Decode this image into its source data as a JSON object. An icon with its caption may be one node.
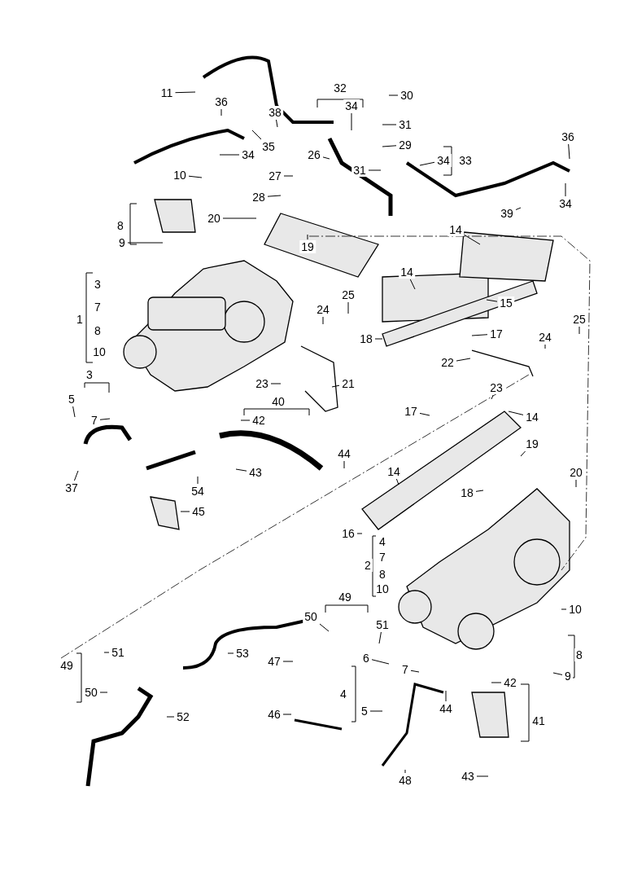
{
  "diagram": {
    "nodes": [
      {
        "text": [
          "11"
        ]
      },
      {
        "text": [
          "36"
        ]
      },
      {
        "text": [
          "38"
        ]
      },
      {
        "text": [
          "32"
        ]
      },
      {
        "text": [
          "34"
        ]
      },
      {
        "text": [
          "30"
        ]
      },
      {
        "text": [
          "31"
        ]
      },
      {
        "text": [
          "29"
        ]
      },
      {
        "text": [
          "35"
        ]
      },
      {
        "text": [
          "34"
        ]
      },
      {
        "text": [
          "26"
        ]
      },
      {
        "text": [
          "34"
        ]
      },
      {
        "text": [
          "33"
        ]
      },
      {
        "text": [
          "36"
        ]
      },
      {
        "text": [
          "31"
        ]
      },
      {
        "text": [
          "27"
        ]
      },
      {
        "text": [
          "10"
        ]
      },
      {
        "text": [
          "28"
        ]
      },
      {
        "text": [
          "39"
        ]
      },
      {
        "text": [
          "34"
        ]
      },
      {
        "text": [
          "8"
        ]
      },
      {
        "text": [
          "20"
        ]
      },
      {
        "text": [
          "9"
        ]
      },
      {
        "text": [
          "19"
        ]
      },
      {
        "text": [
          "14"
        ]
      },
      {
        "text": [
          "14"
        ]
      },
      {
        "text": [
          "3"
        ]
      },
      {
        "text": [
          "7"
        ]
      },
      {
        "text": [
          "1"
        ]
      },
      {
        "text": [
          "8"
        ]
      },
      {
        "text": [
          "10"
        ]
      },
      {
        "text": [
          "25"
        ]
      },
      {
        "text": [
          "24"
        ]
      },
      {
        "text": [
          "15"
        ]
      },
      {
        "text": [
          "18"
        ]
      },
      {
        "text": [
          "17"
        ]
      },
      {
        "text": [
          "25"
        ]
      },
      {
        "text": [
          "24"
        ]
      },
      {
        "text": [
          "22"
        ]
      },
      {
        "text": [
          "23"
        ]
      },
      {
        "text": [
          "21"
        ]
      },
      {
        "text": [
          "23"
        ]
      },
      {
        "text": [
          "3"
        ]
      },
      {
        "text": [
          "5"
        ]
      },
      {
        "text": [
          "7"
        ]
      },
      {
        "text": [
          "40"
        ]
      },
      {
        "text": [
          "42"
        ]
      },
      {
        "text": [
          "17"
        ]
      },
      {
        "text": [
          "14"
        ]
      },
      {
        "text": [
          "44"
        ]
      },
      {
        "text": [
          "19"
        ]
      },
      {
        "text": [
          "20"
        ]
      },
      {
        "text": [
          "54"
        ]
      },
      {
        "text": [
          "14"
        ]
      },
      {
        "text": [
          "43"
        ]
      },
      {
        "text": [
          "37"
        ]
      },
      {
        "text": [
          "18"
        ]
      },
      {
        "text": [
          "45"
        ]
      },
      {
        "text": [
          "16"
        ]
      },
      {
        "text": [
          "4"
        ]
      },
      {
        "text": [
          "7"
        ]
      },
      {
        "text": [
          "2"
        ]
      },
      {
        "text": [
          "8"
        ]
      },
      {
        "text": [
          "10"
        ]
      },
      {
        "text": [
          "49"
        ]
      },
      {
        "text": [
          "50"
        ]
      },
      {
        "text": [
          "51"
        ]
      },
      {
        "text": [
          "10"
        ]
      },
      {
        "text": [
          "53"
        ]
      },
      {
        "text": [
          "51"
        ]
      },
      {
        "text": [
          "49"
        ]
      },
      {
        "text": [
          "50"
        ]
      },
      {
        "text": [
          "6"
        ]
      },
      {
        "text": [
          "47"
        ]
      },
      {
        "text": [
          "8"
        ]
      },
      {
        "text": [
          "7"
        ]
      },
      {
        "text": [
          "42"
        ]
      },
      {
        "text": [
          "4"
        ]
      },
      {
        "text": [
          "9"
        ]
      },
      {
        "text": [
          "41"
        ]
      },
      {
        "text": [
          "46"
        ]
      },
      {
        "text": [
          "5"
        ]
      },
      {
        "text": [
          "52"
        ]
      },
      {
        "text": [
          "44"
        ]
      },
      {
        "text": [
          "43"
        ]
      },
      {
        "text": [
          "48"
        ]
      }
    ],
    "edges": [
      {
        "from": 0,
        "to": null,
        "arrow": "none"
      },
      {
        "from": 1,
        "to": null,
        "arrow": "none"
      },
      {
        "from": 2,
        "to": null,
        "arrow": "none"
      },
      {
        "from": 4,
        "to": null,
        "arrow": "none"
      },
      {
        "from": 5,
        "to": null,
        "arrow": "none"
      },
      {
        "from": 6,
        "to": null,
        "arrow": "none"
      },
      {
        "from": 7,
        "to": null,
        "arrow": "none"
      },
      {
        "from": 8,
        "to": null,
        "arrow": "none"
      },
      {
        "from": 9,
        "to": null,
        "arrow": "none"
      },
      {
        "from": 10,
        "to": null,
        "arrow": "none"
      },
      {
        "from": 11,
        "to": null,
        "arrow": "none"
      },
      {
        "from": 13,
        "to": null,
        "arrow": "none"
      },
      {
        "from": 14,
        "to": null,
        "arrow": "none"
      },
      {
        "from": 15,
        "to": null,
        "arrow": "none"
      },
      {
        "from": 16,
        "to": null,
        "arrow": "none"
      },
      {
        "from": 17,
        "to": null,
        "arrow": "none"
      },
      {
        "from": 18,
        "to": null,
        "arrow": "none"
      },
      {
        "from": 19,
        "to": null,
        "arrow": "none"
      },
      {
        "from": 21,
        "to": null,
        "arrow": "none"
      },
      {
        "from": 22,
        "to": null,
        "arrow": "none"
      },
      {
        "from": 23,
        "to": null,
        "arrow": "none"
      },
      {
        "from": 24,
        "to": null,
        "arrow": "none"
      },
      {
        "from": 25,
        "to": null,
        "arrow": "none"
      },
      {
        "from": 31,
        "to": null,
        "arrow": "none"
      },
      {
        "from": 32,
        "to": null,
        "arrow": "none"
      },
      {
        "from": 33,
        "to": null,
        "arrow": "none"
      },
      {
        "from": 34,
        "to": null,
        "arrow": "none"
      },
      {
        "from": 35,
        "to": null,
        "arrow": "none"
      },
      {
        "from": 36,
        "to": null,
        "arrow": "none"
      },
      {
        "from": 37,
        "to": null,
        "arrow": "none"
      },
      {
        "from": 38,
        "to": null,
        "arrow": "none"
      },
      {
        "from": 39,
        "to": null,
        "arrow": "none"
      },
      {
        "from": 40,
        "to": null,
        "arrow": "none"
      },
      {
        "from": 41,
        "to": null,
        "arrow": "none"
      },
      {
        "from": 43,
        "to": null,
        "arrow": "none"
      },
      {
        "from": 44,
        "to": null,
        "arrow": "none"
      },
      {
        "from": 46,
        "to": null,
        "arrow": "none"
      },
      {
        "from": 47,
        "to": null,
        "arrow": "none"
      },
      {
        "from": 48,
        "to": null,
        "arrow": "none"
      },
      {
        "from": 49,
        "to": null,
        "arrow": "none"
      },
      {
        "from": 50,
        "to": null,
        "arrow": "none"
      },
      {
        "from": 51,
        "to": null,
        "arrow": "none"
      },
      {
        "from": 52,
        "to": null,
        "arrow": "none"
      },
      {
        "from": 53,
        "to": null,
        "arrow": "none"
      },
      {
        "from": 54,
        "to": null,
        "arrow": "none"
      },
      {
        "from": 55,
        "to": null,
        "arrow": "none"
      },
      {
        "from": 56,
        "to": null,
        "arrow": "none"
      },
      {
        "from": 57,
        "to": null,
        "arrow": "none"
      },
      {
        "from": 58,
        "to": null,
        "arrow": "none"
      },
      {
        "from": 65,
        "to": null,
        "arrow": "none"
      },
      {
        "from": 66,
        "to": null,
        "arrow": "none"
      },
      {
        "from": 67,
        "to": null,
        "arrow": "none"
      },
      {
        "from": 68,
        "to": null,
        "arrow": "none"
      },
      {
        "from": 69,
        "to": null,
        "arrow": "none"
      },
      {
        "from": 71,
        "to": null,
        "arrow": "none"
      },
      {
        "from": 72,
        "to": null,
        "arrow": "none"
      },
      {
        "from": 73,
        "to": null,
        "arrow": "none"
      },
      {
        "from": 75,
        "to": null,
        "arrow": "none"
      },
      {
        "from": 76,
        "to": null,
        "arrow": "none"
      },
      {
        "from": 78,
        "to": null,
        "arrow": "none"
      },
      {
        "from": 80,
        "to": null,
        "arrow": "none"
      },
      {
        "from": 81,
        "to": null,
        "arrow": "none"
      },
      {
        "from": 82,
        "to": null,
        "arrow": "none"
      },
      {
        "from": 83,
        "to": null,
        "arrow": "none"
      },
      {
        "from": 84,
        "to": null,
        "arrow": "none"
      },
      {
        "from": 85,
        "to": null,
        "arrow": "none"
      }
    ]
  }
}
